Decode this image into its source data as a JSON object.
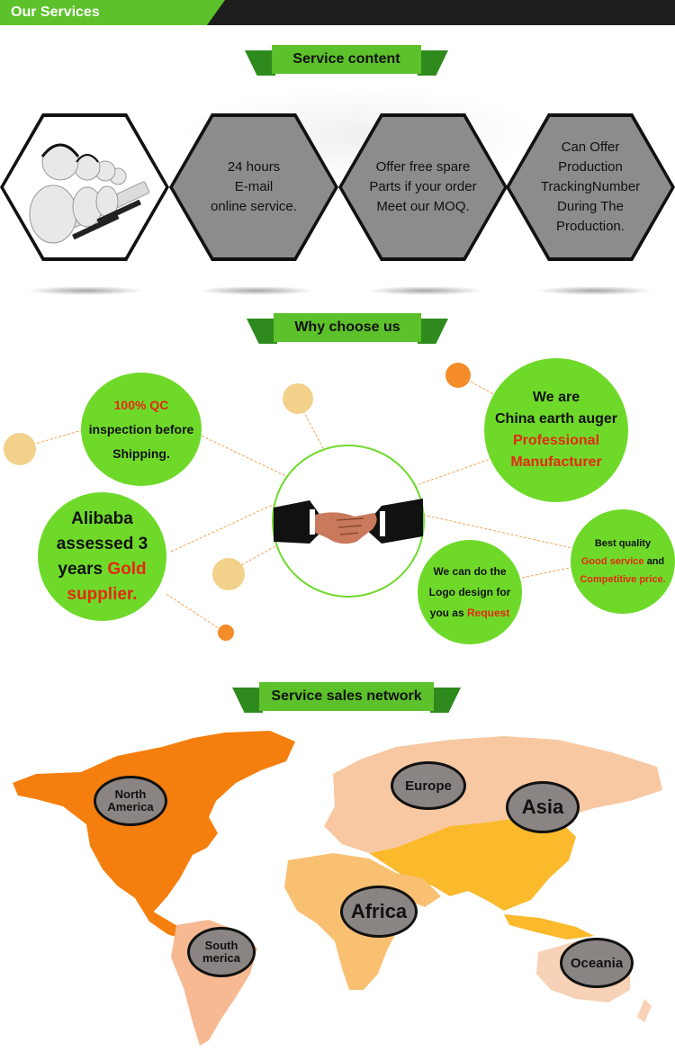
{
  "header": {
    "title": "Our Services"
  },
  "sections": {
    "service_content": "Service content",
    "why_choose": "Why choose us",
    "sales_network": "Service sales network"
  },
  "hexagons": [
    {
      "lines": []
    },
    {
      "lines": [
        "24 hours",
        "E-mail",
        "online service."
      ]
    },
    {
      "lines": [
        "Offer free spare",
        "Parts if your order",
        "Meet our MOQ."
      ]
    },
    {
      "lines": [
        "Can Offer",
        "Production",
        "TrackingNumber",
        "During  The",
        "Production."
      ]
    }
  ],
  "why": {
    "qc": {
      "red": "100% QC",
      "text1": "inspection before",
      "text2": "Shipping."
    },
    "manufacturer": {
      "l1": "We are",
      "l2": "China earth auger",
      "r1": "Professional",
      "r2": "Manufacturer"
    },
    "alibaba": {
      "l1": "Alibaba",
      "l2": "assessed 3",
      "l3a": "years ",
      "l3b": "Gold",
      "l4": "supplier."
    },
    "logo": {
      "l1": "We can do the",
      "l2": "Logo design for",
      "l3a": "you as ",
      "l3b": "Request"
    },
    "quality": {
      "l1": "Best quality",
      "l2a": "Good service",
      "l2b": " and",
      "l3": "Competitive price."
    }
  },
  "map": {
    "regions": [
      {
        "l1": "North",
        "l2": "America"
      },
      {
        "l1": "Europe",
        "l2": ""
      },
      {
        "l1": "Asia",
        "l2": ""
      },
      {
        "l1": "Africa",
        "l2": ""
      },
      {
        "l1": "South",
        "l2": "merica"
      },
      {
        "l1": "Oceania",
        "l2": ""
      }
    ]
  },
  "colors": {
    "green": "#5cc12a",
    "light_green": "#6fd92a",
    "red_accent": "#e32a12",
    "orange": "#f57f0e"
  }
}
